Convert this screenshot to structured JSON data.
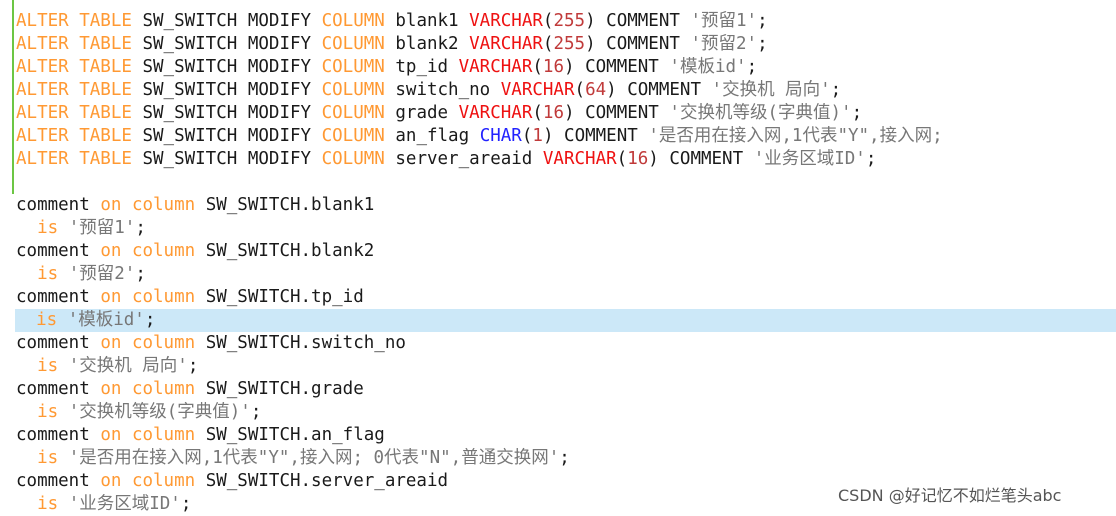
{
  "alter_lines": [
    {
      "kw1": "ALTER",
      "kw2": "TABLE",
      "table": "SW_SWITCH",
      "modify": "MODIFY",
      "kw3": "COLUMN",
      "col": "blank1",
      "type": "VARCHAR",
      "type_class": "fn",
      "lp": "(",
      "len": "255",
      "rp": ")",
      "comment_kw": "COMMENT",
      "str": "'预留1'",
      "end": ";"
    },
    {
      "kw1": "ALTER",
      "kw2": "TABLE",
      "table": "SW_SWITCH",
      "modify": "MODIFY",
      "kw3": "COLUMN",
      "col": "blank2",
      "type": "VARCHAR",
      "type_class": "fn",
      "lp": "(",
      "len": "255",
      "rp": ")",
      "comment_kw": "COMMENT",
      "str": "'预留2'",
      "end": ";"
    },
    {
      "kw1": "ALTER",
      "kw2": "TABLE",
      "table": "SW_SWITCH",
      "modify": "MODIFY",
      "kw3": "COLUMN",
      "col": "tp_id",
      "type": "VARCHAR",
      "type_class": "fn",
      "lp": "(",
      "len": "16",
      "rp": ")",
      "comment_kw": "COMMENT",
      "str": "'模板id'",
      "end": ";"
    },
    {
      "kw1": "ALTER",
      "kw2": "TABLE",
      "table": "SW_SWITCH",
      "modify": "MODIFY",
      "kw3": "COLUMN",
      "col": "switch_no",
      "type": "VARCHAR",
      "type_class": "fn",
      "lp": "(",
      "len": "64",
      "rp": ")",
      "comment_kw": "COMMENT",
      "str": "'交换机 局向'",
      "end": ";"
    },
    {
      "kw1": "ALTER",
      "kw2": "TABLE",
      "table": "SW_SWITCH",
      "modify": "MODIFY",
      "kw3": "COLUMN",
      "col": "grade",
      "type": "VARCHAR",
      "type_class": "fn",
      "lp": "(",
      "len": "16",
      "rp": ")",
      "comment_kw": "COMMENT",
      "str": "'交换机等级(字典值)'",
      "end": ";"
    },
    {
      "kw1": "ALTER",
      "kw2": "TABLE",
      "table": "SW_SWITCH",
      "modify": "MODIFY",
      "kw3": "COLUMN",
      "col": "an_flag",
      "type": "CHAR",
      "type_class": "ch",
      "lp": "(",
      "len": "1",
      "rp": ")",
      "comment_kw": "COMMENT",
      "str": "'是否用在接入网,1代表\"Y\",接入网;",
      "end": ""
    },
    {
      "kw1": "ALTER",
      "kw2": "TABLE",
      "table": "SW_SWITCH",
      "modify": "MODIFY",
      "kw3": "COLUMN",
      "col": "server_areaid",
      "type": "VARCHAR",
      "type_class": "fn",
      "lp": "(",
      "len": "16",
      "rp": ")",
      "comment_kw": "COMMENT",
      "str": "'业务区域ID'",
      "end": ";"
    }
  ],
  "comment_blocks": [
    {
      "kw_comment": "comment",
      "kw_on": "on",
      "kw_column": "column",
      "target": "SW_SWITCH.blank1",
      "kw_is": "is",
      "str": "'预留1'",
      "end": ";",
      "highlight": false
    },
    {
      "kw_comment": "comment",
      "kw_on": "on",
      "kw_column": "column",
      "target": "SW_SWITCH.blank2",
      "kw_is": "is",
      "str": "'预留2'",
      "end": ";",
      "highlight": false
    },
    {
      "kw_comment": "comment",
      "kw_on": "on",
      "kw_column": "column",
      "target": "SW_SWITCH.tp_id",
      "kw_is": "is",
      "str": "'模板id'",
      "end": ";",
      "highlight": true
    },
    {
      "kw_comment": "comment",
      "kw_on": "on",
      "kw_column": "column",
      "target": "SW_SWITCH.switch_no",
      "kw_is": "is",
      "str": "'交换机 局向'",
      "end": ";",
      "highlight": false
    },
    {
      "kw_comment": "comment",
      "kw_on": "on",
      "kw_column": "column",
      "target": "SW_SWITCH.grade",
      "kw_is": "is",
      "str": "'交换机等级(字典值)'",
      "end": ";",
      "highlight": false
    },
    {
      "kw_comment": "comment",
      "kw_on": "on",
      "kw_column": "column",
      "target": "SW_SWITCH.an_flag",
      "kw_is": "is",
      "str": "'是否用在接入网,1代表\"Y\",接入网; 0代表\"N\",普通交换网'",
      "end": ";",
      "highlight": false
    },
    {
      "kw_comment": "comment",
      "kw_on": "on",
      "kw_column": "column",
      "target": "SW_SWITCH.server_areaid",
      "kw_is": "is",
      "str": "'业务区域ID'",
      "end": ";",
      "highlight": false
    }
  ],
  "colors": {
    "keyword": "#ff9933",
    "type_varchar": "#ee1111",
    "type_char": "#2222ff",
    "number": "#c03a3a",
    "string": "#777777",
    "line_highlight": "#cce8f8",
    "gutter_marker": "#6cc644"
  },
  "watermark": "CSDN @好记忆不如烂笔头abc"
}
